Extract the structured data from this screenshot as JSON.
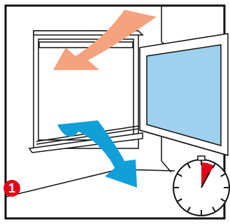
{
  "step": {
    "number": "1",
    "color": "#e2001a"
  },
  "colors": {
    "warm_air_arrow": "#f4a37e",
    "cold_air_arrow": "#129fd8",
    "window_glass": "#9fd0ee",
    "timer_sector": "#e2001a",
    "line_art": "#111111"
  },
  "icons": {
    "incoming_air": "curved-arrow-down-left",
    "outgoing_air": "curved-arrow-down-right",
    "timer": "stopwatch-icon"
  },
  "timer": {
    "sector_fraction": 0.083
  }
}
